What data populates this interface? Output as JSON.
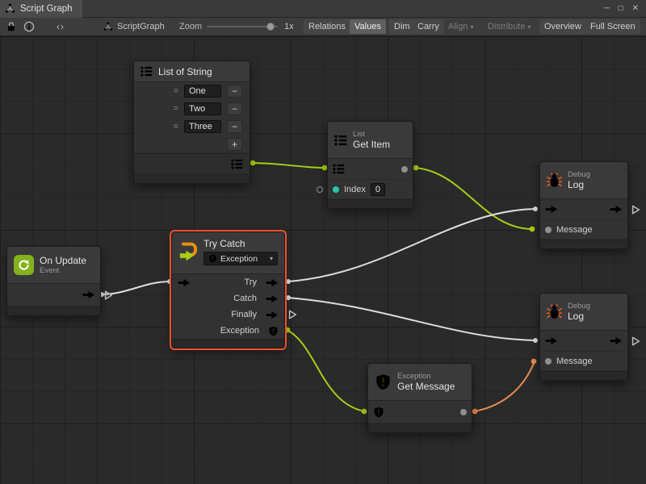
{
  "window": {
    "title": "Script Graph",
    "minimize": "─",
    "maximize": "□",
    "close": "✕"
  },
  "toolbar": {
    "collapse_glyph": "‹›",
    "breadcrumb": "ScriptGraph",
    "zoom": {
      "label": "Zoom",
      "value": "1x"
    },
    "buttons": [
      {
        "label": "Relations"
      },
      {
        "label": "Values"
      },
      {
        "label": "Dim"
      },
      {
        "label": "Carry"
      },
      {
        "label": "Align",
        "caret": "▾"
      },
      {
        "label": "Distribute",
        "caret": "▾"
      },
      {
        "label": "Overview"
      },
      {
        "label": "Full Screen"
      }
    ]
  },
  "nodes": {
    "list_of_string": {
      "title": "List of String",
      "items": [
        "One",
        "Two",
        "Three"
      ],
      "handle_glyph": "=",
      "remove_label": "−",
      "add_label": "+"
    },
    "get_item": {
      "category": "List",
      "title": "Get Item",
      "index_label": "Index",
      "index_value": "0"
    },
    "debug_log_top": {
      "category": "Debug",
      "title": "Log",
      "message_label": "Message"
    },
    "debug_log_bottom": {
      "category": "Debug",
      "title": "Log",
      "message_label": "Message"
    },
    "on_update": {
      "title": "On Update",
      "subtitle": "Event"
    },
    "try_catch": {
      "title": "Try Catch",
      "exception_dropdown": "Exception",
      "dropdown_caret": "▾",
      "port_try": "Try",
      "port_catch": "Catch",
      "port_finally": "Finally",
      "port_exception": "Exception"
    },
    "get_message": {
      "category": "Exception",
      "title": "Get Message"
    }
  },
  "colors": {
    "flow_wire": "#e0e0e0",
    "value_wire_green": "#a6ce16",
    "value_wire_orange": "#e78a4e",
    "port_green": "#a6ce16",
    "selection": "#f0502a",
    "icon_orange": "#e8920f",
    "bug_orange": "#f4581e",
    "warning_orange": "#ef9c14",
    "teal_port": "#25c8a8"
  }
}
